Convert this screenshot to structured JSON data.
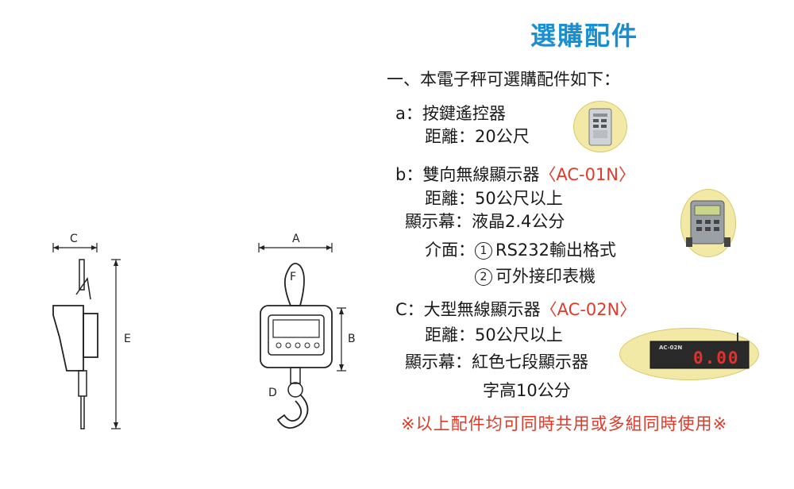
{
  "page_title": "選購配件",
  "intro": "一、本電子秤可選購配件如下：",
  "item_a": {
    "label": "a：按鍵遙控器",
    "distance": "距離：20公尺"
  },
  "item_b": {
    "label": "b：雙向無線顯示器",
    "model": "〈AC-01N〉",
    "distance": "距離：50公尺以上",
    "screen": "顯示幕：液晶2.4公分",
    "interface_label": "介面：",
    "interface_1_num": "1",
    "interface_1": "RS232輸出格式",
    "interface_2_num": "2",
    "interface_2": "可外接印表機"
  },
  "item_c": {
    "label": "C：大型無線顯示器",
    "model": "〈AC-02N〉",
    "distance": "距離：50公尺以上",
    "screen": "顯示幕：紅色七段顯示器",
    "char_height": "字高10公分",
    "display_brand": "AC-02N",
    "display_value": "0.00"
  },
  "footer_note": "※以上配件均可同時共用或多組同時使用※",
  "diagram": {
    "label_a": "A",
    "label_b": "B",
    "label_c": "C",
    "label_d": "D",
    "label_e": "E",
    "label_f": "F"
  },
  "colors": {
    "title": "#1a8fd0",
    "accent_red": "#e03a2a",
    "product_bg": "#f3e9a6"
  }
}
